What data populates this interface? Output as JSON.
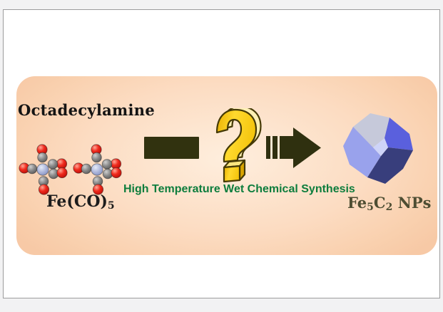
{
  "figure": {
    "title": "Octadecylamine",
    "precursor_label": {
      "main": "Fe(CO)",
      "sub": "5"
    },
    "condition_label": "High Temperature Wet Chemical Synthesis",
    "product_label": {
      "seg1": "Fe",
      "sub1": "5",
      "seg2": "C",
      "sub2": "2",
      "seg3": " NPs"
    },
    "icons": {
      "question_mark": "gold-3d-question-mark",
      "arrow": "fast-forward-right-arrow",
      "molecule": "fe-co5-ball-stick-model",
      "nanoparticle": "faceted-polyhedron-nanoparticle"
    },
    "colors": {
      "outer_background": "#f2f2f3",
      "panel_background": "#ffffff",
      "panel_border": "#9c9c9c",
      "scheme_background_center": "#feeedd",
      "scheme_background_edge": "#f7c9a6",
      "arrow_dark": "#31320f",
      "condition_text_green": "#0d7d3d",
      "title_text": "#141414",
      "product_text": "#4e4e33",
      "question_mark_gold": "#f5c513",
      "question_mark_highlight": "#fdf0b4",
      "atom_oxygen_red": "#e51510",
      "atom_carbon_gray": "#808080",
      "atom_iron_lavender": "#a9b3d9",
      "particle_face_top_left": "#c6c9da",
      "particle_face_top_right": "#5a60dd",
      "particle_face_left": "#99a2ec",
      "particle_face_center": "#ced4f8",
      "particle_face_bottom": "#383e7c"
    }
  }
}
